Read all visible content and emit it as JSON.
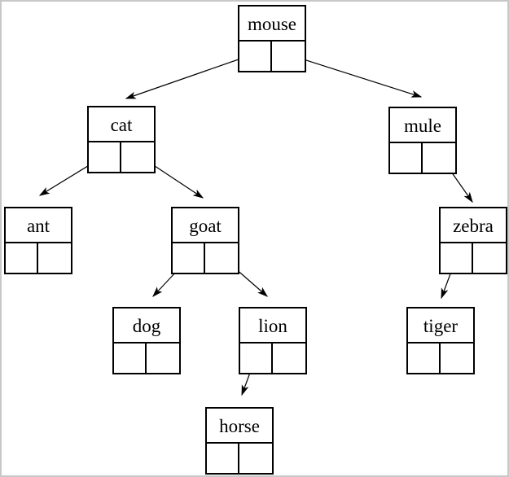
{
  "figure": {
    "type": "binary-tree-diagram",
    "colors": {
      "background": "#ffffff",
      "frame": "#c8c8c8",
      "line": "#000000",
      "node_fill": "#ffffff",
      "text": "#000000"
    },
    "nodes": [
      {
        "id": "mouse",
        "label": "mouse",
        "level": 0
      },
      {
        "id": "cat",
        "label": "cat",
        "level": 1
      },
      {
        "id": "mule",
        "label": "mule",
        "level": 1
      },
      {
        "id": "ant",
        "label": "ant",
        "level": 2
      },
      {
        "id": "goat",
        "label": "goat",
        "level": 2
      },
      {
        "id": "zebra",
        "label": "zebra",
        "level": 2
      },
      {
        "id": "dog",
        "label": "dog",
        "level": 3
      },
      {
        "id": "lion",
        "label": "lion",
        "level": 3
      },
      {
        "id": "tiger",
        "label": "tiger",
        "level": 3
      },
      {
        "id": "horse",
        "label": "horse",
        "level": 4
      }
    ],
    "edges": [
      {
        "from": "mouse",
        "pointer": "left",
        "to": "cat"
      },
      {
        "from": "mouse",
        "pointer": "right",
        "to": "mule"
      },
      {
        "from": "cat",
        "pointer": "left",
        "to": "ant"
      },
      {
        "from": "cat",
        "pointer": "right",
        "to": "goat"
      },
      {
        "from": "mule",
        "pointer": "right",
        "to": "zebra"
      },
      {
        "from": "goat",
        "pointer": "left",
        "to": "dog"
      },
      {
        "from": "goat",
        "pointer": "right",
        "to": "lion"
      },
      {
        "from": "lion",
        "pointer": "left",
        "to": "horse"
      },
      {
        "from": "zebra",
        "pointer": "left",
        "to": "tiger"
      }
    ]
  }
}
